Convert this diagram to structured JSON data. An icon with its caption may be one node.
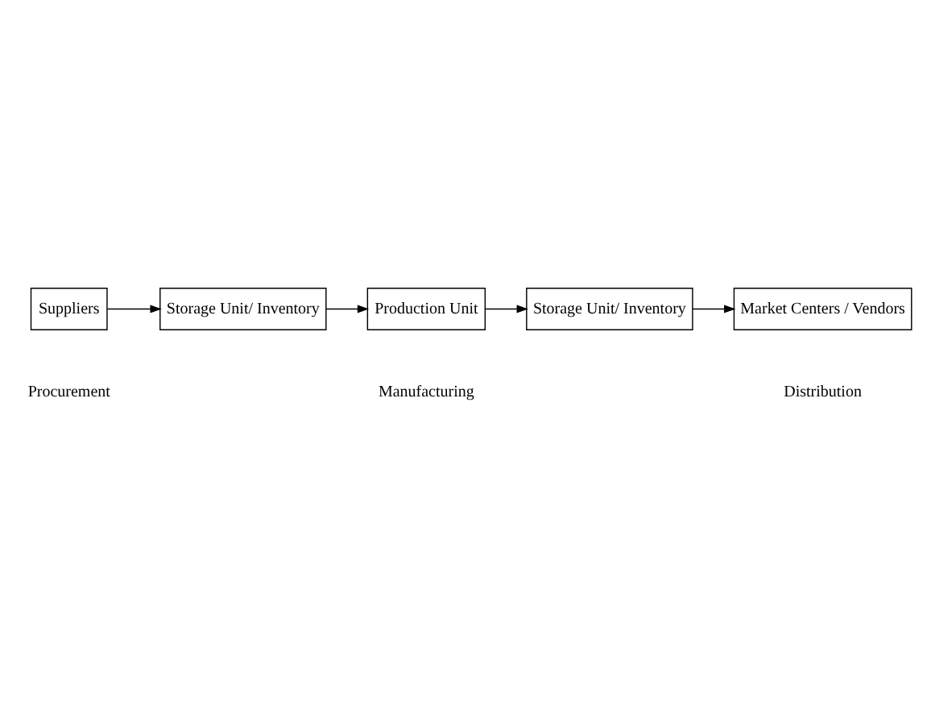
{
  "diagram": {
    "nodes": [
      {
        "text": [
          "Suppliers"
        ]
      },
      {
        "text": [
          "Storage Unit/ Inventory"
        ]
      },
      {
        "text": [
          "Production Unit"
        ]
      },
      {
        "text": [
          "Storage Unit/ Inventory"
        ]
      },
      {
        "text": [
          "Market Centers / Vendors"
        ]
      }
    ],
    "edges": [
      {
        "from": 0,
        "to": 1,
        "arrow": "to"
      },
      {
        "from": 1,
        "to": 2,
        "arrow": "to"
      },
      {
        "from": 2,
        "to": 3,
        "arrow": "to"
      },
      {
        "from": 3,
        "to": 4,
        "arrow": "to"
      }
    ],
    "labels": [
      "Procurement",
      "Manufacturing",
      "Distribution"
    ]
  }
}
